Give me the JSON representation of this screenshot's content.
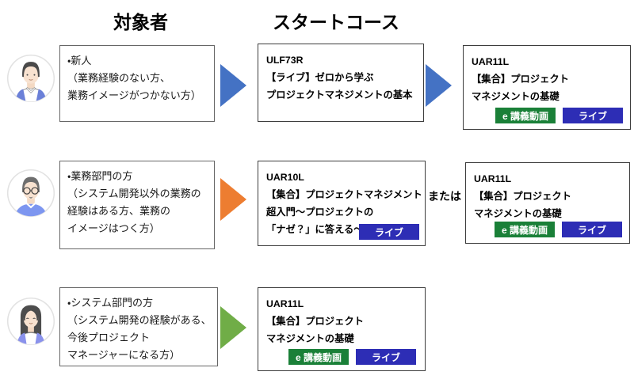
{
  "headers": {
    "target_audience": "対象者",
    "start_course": "スタートコース"
  },
  "colors": {
    "arrow_blue": "#4472C4",
    "arrow_orange": "#ED7D31",
    "arrow_green": "#70AD47",
    "badge_green": "#1A8038",
    "badge_blue": "#2D2DB5"
  },
  "rows": [
    {
      "avatar": "male-newcomer",
      "audience_lines": [
        "・新人",
        "（業務経験のない方、",
        "業務イメージがつかない方）"
      ],
      "courses": [
        {
          "code": "ULF73R",
          "title_lines": [
            "【ライブ】ゼロから学ぶ",
            "プロジェクトマネジメントの基本"
          ],
          "badges": []
        },
        {
          "code": "UAR11L",
          "title_lines": [
            "【集合】プロジェクト",
            "マネジメントの基礎"
          ],
          "badges": [
            "e 講義動画",
            "ライブ"
          ]
        }
      ]
    },
    {
      "avatar": "male-glasses",
      "audience_lines": [
        "・業務部門の方",
        "（システム開発以外の業務の",
        "経験はある方、業務の",
        "イメージはつく方）"
      ],
      "or_label": "または",
      "courses": [
        {
          "code": "UAR10L",
          "title_lines": [
            "【集合】プロジェクトマネジメント",
            "超入門～プロジェクトの",
            "「ナゼ？」に答える～"
          ],
          "badges": [
            "ライブ"
          ]
        },
        {
          "code": "UAR11L",
          "title_lines": [
            "【集合】プロジェクト",
            "マネジメントの基礎"
          ],
          "badges": [
            "e 講義動画",
            "ライブ"
          ]
        }
      ]
    },
    {
      "avatar": "female",
      "audience_lines": [
        "・システム部門の方",
        "（システム開発の経験がある、",
        "今後プロジェクト",
        "マネージャーになる方）"
      ],
      "courses": [
        {
          "code": "UAR11L",
          "title_lines": [
            "【集合】プロジェクト",
            "マネジメントの基礎"
          ],
          "badges": [
            "e 講義動画",
            "ライブ"
          ]
        }
      ]
    }
  ]
}
